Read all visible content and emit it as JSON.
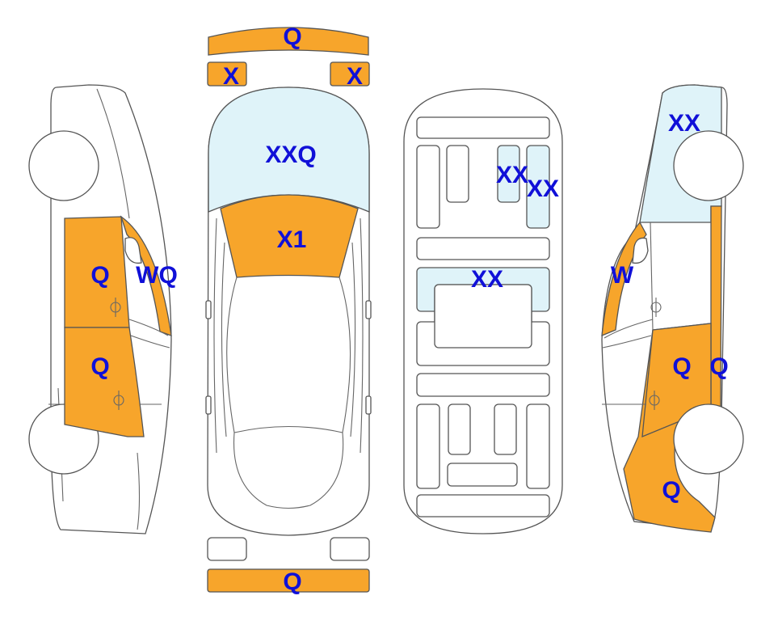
{
  "colors": {
    "damaged": "#f7a52b",
    "glass": "#dff3f9",
    "outline": "#555555",
    "label": "#1010d8",
    "body": "#ffffff"
  },
  "top": {
    "front_bumper": "Q",
    "left_light": "X",
    "right_light": "X",
    "windshield": "XXQ",
    "hood": "X1",
    "rear_bumper": "Q"
  },
  "left_side": {
    "front_door": "Q",
    "mirror_area": "WQ",
    "rear_door": "Q"
  },
  "interior": {
    "seat_a": "XX",
    "seat_b": "XX",
    "panel": "XX"
  },
  "right_side": {
    "rear_glass": "XX",
    "front_area": "W",
    "rear_door": "Q",
    "pillar": "Q",
    "quarter": "Q"
  }
}
